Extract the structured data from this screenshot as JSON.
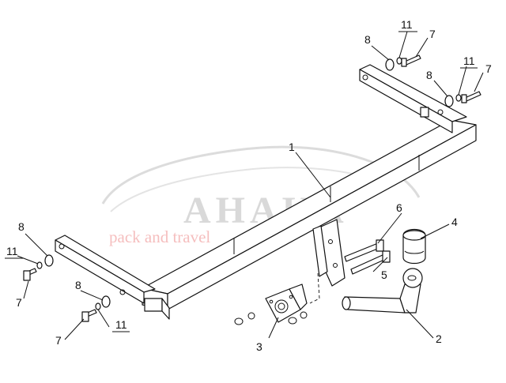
{
  "watermark": {
    "brand": "AHAKA",
    "tagline": "pack and travel",
    "brand_color": "#c9c9c9",
    "tagline_color": "#f4b3b3"
  },
  "callouts": [
    {
      "id": "c1",
      "label": "1"
    },
    {
      "id": "c2",
      "label": "2"
    },
    {
      "id": "c3",
      "label": "3"
    },
    {
      "id": "c4",
      "label": "4"
    },
    {
      "id": "c5",
      "label": "5"
    },
    {
      "id": "c6",
      "label": "6"
    },
    {
      "id": "c7a",
      "label": "7"
    },
    {
      "id": "c7b",
      "label": "7"
    },
    {
      "id": "c7c",
      "label": "7"
    },
    {
      "id": "c7d",
      "label": "7"
    },
    {
      "id": "c8a",
      "label": "8"
    },
    {
      "id": "c8b",
      "label": "8"
    },
    {
      "id": "c8c",
      "label": "8"
    },
    {
      "id": "c8d",
      "label": "8"
    },
    {
      "id": "c11a",
      "label": "11"
    },
    {
      "id": "c11b",
      "label": "11"
    },
    {
      "id": "c11c",
      "label": "11"
    },
    {
      "id": "c11d",
      "label": "11"
    }
  ]
}
